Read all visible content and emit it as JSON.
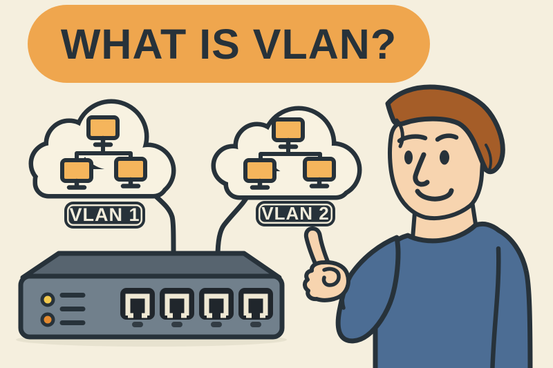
{
  "title": {
    "text": "WHAT IS VLAN?"
  },
  "labels": {
    "vlan1": "VLAN 1",
    "vlan2": "VLAN 2"
  },
  "icons": {
    "cloud-icon": "cloud outline containing network tree",
    "monitor-icon": "orange computer monitor on stand",
    "network-tree-icon": "one parent monitor linked to two child monitors",
    "switch-icon": "4-port network switch, front view",
    "ethernet-port-icon": "dark square with cream RJ45 glyph",
    "led-icon": "round status LED",
    "pointing-man": "cartoon man with brown hair and blue sweater pointing at VLAN 2"
  },
  "palette": {
    "bg": "#F5EFDE",
    "ink": "#27323A",
    "banner": "#EFA64E",
    "cloud": "#F8F2E1",
    "screen": "#F5B55C",
    "badge-ring": "#EFE9D6",
    "badge-text": "#F2EDDC",
    "skin": "#F7D4AF",
    "hair": "#A55D28",
    "sweater": "#4C6D94",
    "switch-body": "#71808C",
    "switch-top": "#57646F",
    "port-dark": "#20262C",
    "port-glyph": "#EFE8D3",
    "led-yellow": "#F2C84D",
    "led-orange": "#E2892F"
  }
}
